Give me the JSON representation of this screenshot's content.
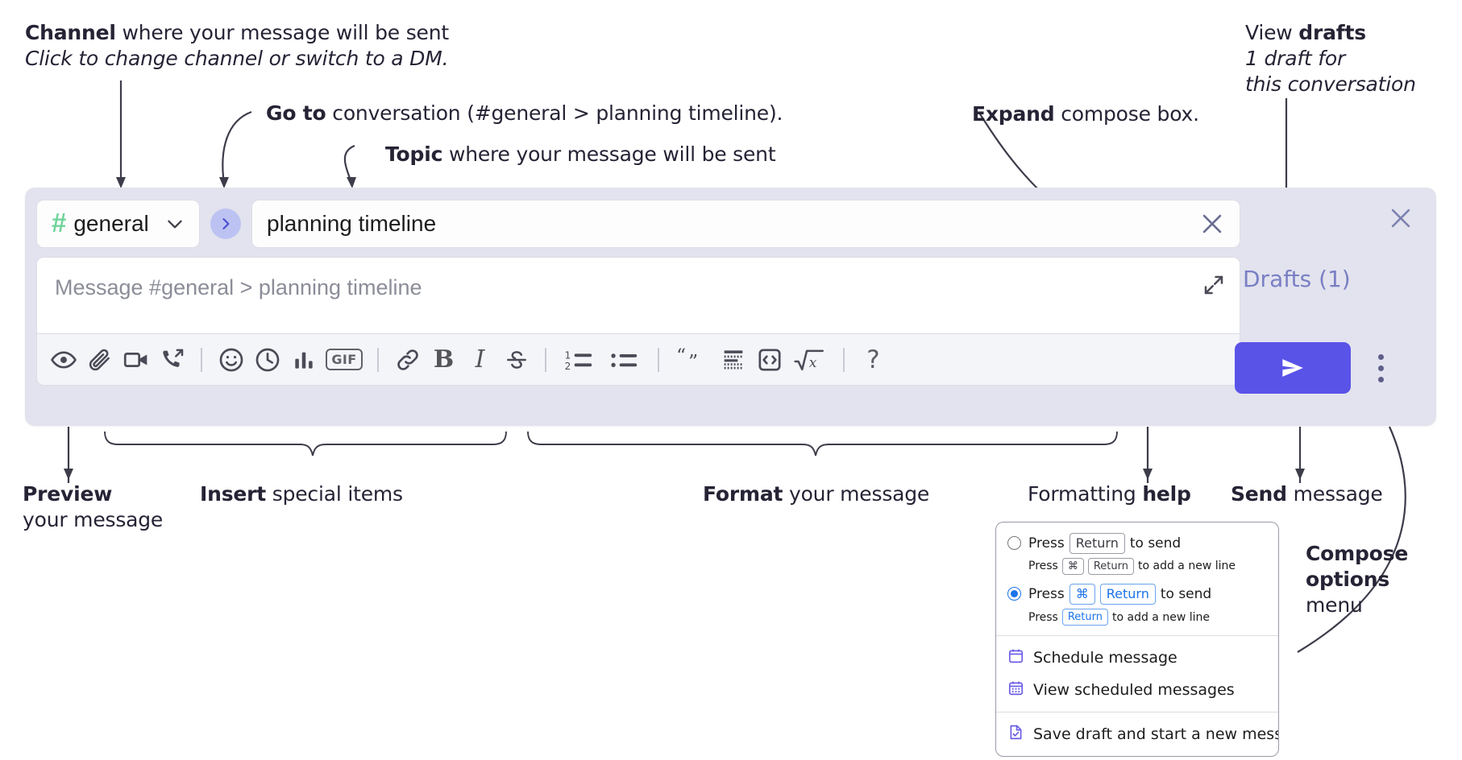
{
  "annotations": {
    "channel": {
      "bold": "Channel",
      "rest": " where your message will be sent",
      "italic": "Click to change channel or switch to a DM."
    },
    "goto": {
      "bold": "Go to",
      "rest": " conversation (#general > planning timeline)."
    },
    "topic": {
      "bold": "Topic",
      "rest": " where your message will be sent"
    },
    "expand": {
      "bold": "Expand",
      "rest": " compose box."
    },
    "drafts": {
      "plain": "View ",
      "bold": "drafts",
      "italic_line1": "1 draft for",
      "italic_line2": "this conversation"
    },
    "preview": {
      "bold": "Preview",
      "line2": "your message"
    },
    "insert": {
      "bold": "Insert",
      "rest": " special items"
    },
    "format": {
      "bold": "Format",
      "rest": " your message"
    },
    "formatting_help": {
      "plain": "Formatting ",
      "bold": "help"
    },
    "send": {
      "bold": "Send",
      "rest": " message"
    },
    "compose_options": {
      "line1": "Compose",
      "line2": "options",
      "line3": "menu"
    }
  },
  "compose": {
    "channel_name": "general",
    "hash_symbol": "#",
    "topic_value": "planning timeline",
    "message_placeholder": "Message #general > planning timeline",
    "drafts_label": "Drafts (1)",
    "toolbar": {
      "group_insert": [
        {
          "name": "preview-icon",
          "label": "Preview"
        },
        {
          "name": "attachment-icon",
          "label": "Attach file"
        },
        {
          "name": "video-camera-icon",
          "label": "Record video clip"
        },
        {
          "name": "audio-clip-icon",
          "label": "Record audio clip"
        }
      ],
      "group_insert2": [
        {
          "name": "emoji-icon",
          "label": "Emoji"
        },
        {
          "name": "clock-icon",
          "label": "Reminder"
        },
        {
          "name": "bar-chart-icon",
          "label": "Poll"
        },
        {
          "name": "gif-icon",
          "label": "GIF"
        }
      ],
      "group_format": [
        {
          "name": "link-icon",
          "label": "Link"
        },
        {
          "name": "bold-icon",
          "label": "Bold"
        },
        {
          "name": "italic-icon",
          "label": "Italic"
        },
        {
          "name": "strikethrough-icon",
          "label": "Strikethrough"
        }
      ],
      "group_lists": [
        {
          "name": "ordered-list-icon",
          "label": "Ordered list"
        },
        {
          "name": "bullet-list-icon",
          "label": "Bulleted list"
        }
      ],
      "group_blocks": [
        {
          "name": "blockquote-icon",
          "label": "Blockquote"
        },
        {
          "name": "code-block-icon",
          "label": "Code block"
        },
        {
          "name": "code-icon",
          "label": "Code"
        },
        {
          "name": "math-icon",
          "label": "Math"
        }
      ],
      "help": {
        "name": "help-icon",
        "label": "?"
      }
    }
  },
  "dropdown": {
    "options": [
      {
        "selected": false,
        "press": "Press",
        "keys": [
          "Return"
        ],
        "action": "to send",
        "sub_press": "Press",
        "sub_keys": [
          "⌘",
          "Return"
        ],
        "sub_action": "to add a new line"
      },
      {
        "selected": true,
        "press": "Press",
        "keys": [
          "⌘",
          "Return"
        ],
        "action": "to send",
        "sub_press": "Press",
        "sub_keys": [
          "Return"
        ],
        "sub_action": "to add a new line"
      }
    ],
    "items_group_a": [
      {
        "icon": "calendar-icon",
        "label": "Schedule message"
      },
      {
        "icon": "calendar-grid-icon",
        "label": "View scheduled messages"
      }
    ],
    "items_group_b": [
      {
        "icon": "save-draft-icon",
        "label": "Save draft and start a new message"
      }
    ]
  },
  "colors": {
    "panel_bg": "#e2e3ee",
    "send_button": "#5a53e8",
    "hash_green": "#6fd49a",
    "drafts_text": "#7a7fc4",
    "goto_circle": "#bcc3f2",
    "radio_blue": "#1a73e8"
  }
}
